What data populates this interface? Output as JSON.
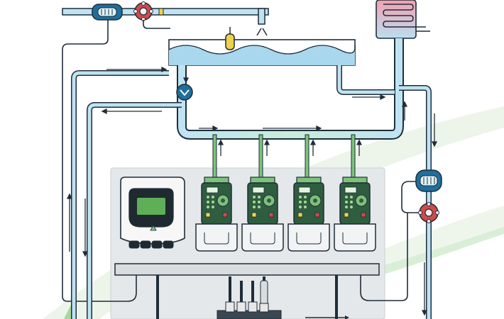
{
  "diagram": {
    "type": "water-treatment-dosing-schematic",
    "colors": {
      "pipe_fill": "#bfe3f2",
      "pipe_outline": "#1f2d3a",
      "water": "#a9d8ee",
      "valve_red": "#d04a4a",
      "pump_green": "#2f5d3f",
      "pump_body": "#7fbf7a",
      "panel": "#e3e6e8",
      "flow_meter": "#1e6f9c",
      "background_swoosh": "#eaf4e6",
      "accent_green": "#7cc47a",
      "yellow_float": "#f0d24a",
      "heater_pink": "#f2a7b5"
    },
    "pumps": [
      {
        "id": "pump-1"
      },
      {
        "id": "pump-2"
      },
      {
        "id": "pump-3"
      },
      {
        "id": "pump-4"
      }
    ],
    "components": {
      "controller": "dosing-controller",
      "tank": "water-tank",
      "heat_exchanger": "heat-exchanger",
      "flow_meters": [
        "top-flow-meter",
        "right-flow-meter"
      ],
      "valves": [
        "top-gate-valve",
        "right-gate-valve"
      ],
      "check_valve": "check-valve",
      "float_switch": "float-switch",
      "probes": [
        "sensor-probe-1",
        "sensor-probe-2",
        "sensor-probe-3",
        "sensor-probe-4"
      ]
    }
  }
}
